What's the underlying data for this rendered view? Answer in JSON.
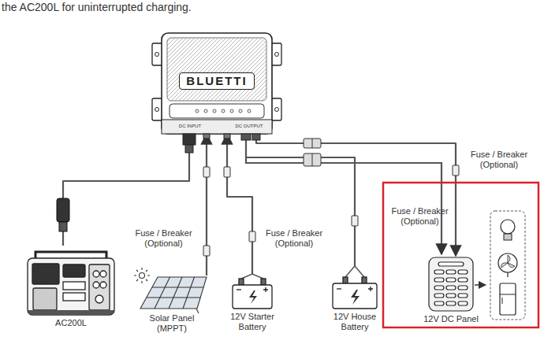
{
  "diagram": {
    "title": "the AC200L for uninterrupted charging.",
    "nodes": [
      {
        "text": [
          "BLUETTI"
        ]
      },
      {
        "text": [
          "AC200L"
        ]
      },
      {
        "text": [
          "Solar Panel (MPPT)"
        ]
      },
      {
        "text": [
          "12V Starter Battery"
        ]
      },
      {
        "text": [
          "12V House Battery"
        ]
      },
      {
        "text": [
          "12V DC Panel"
        ]
      }
    ],
    "edges": [
      {
        "from": 0,
        "to": 1,
        "arrow": "none"
      },
      {
        "from": 2,
        "to": 0,
        "arrow": "to"
      },
      {
        "from": 3,
        "to": 0,
        "arrow": "to"
      },
      {
        "from": 0,
        "to": 4,
        "arrow": "none"
      },
      {
        "from": 0,
        "to": 5,
        "arrow": "to"
      }
    ],
    "labels": [
      "DC INPUT",
      "DC OUTPUT",
      "Fuse / Breaker (Optional)",
      "Fuse / Breaker (Optional)",
      "Fuse / Breaker (Optional)",
      "Fuse / Breaker (Optional)"
    ]
  }
}
